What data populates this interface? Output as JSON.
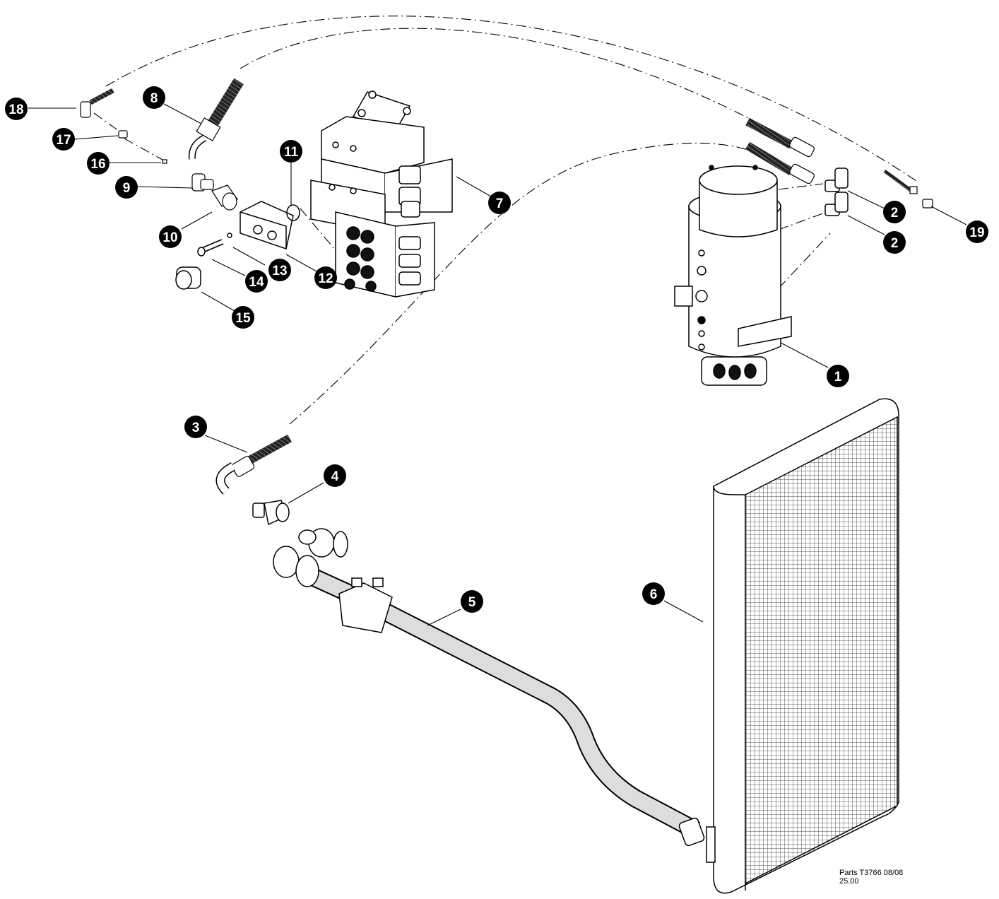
{
  "callouts": [
    {
      "id": "c1",
      "label": "1"
    },
    {
      "id": "c2a",
      "label": "2"
    },
    {
      "id": "c2b",
      "label": "2"
    },
    {
      "id": "c3",
      "label": "3"
    },
    {
      "id": "c4",
      "label": "4"
    },
    {
      "id": "c5",
      "label": "5"
    },
    {
      "id": "c6",
      "label": "6"
    },
    {
      "id": "c7",
      "label": "7"
    },
    {
      "id": "c8",
      "label": "8"
    },
    {
      "id": "c9",
      "label": "9"
    },
    {
      "id": "c10",
      "label": "10"
    },
    {
      "id": "c11",
      "label": "11"
    },
    {
      "id": "c12",
      "label": "12"
    },
    {
      "id": "c13",
      "label": "13"
    },
    {
      "id": "c14",
      "label": "14"
    },
    {
      "id": "c15",
      "label": "15"
    },
    {
      "id": "c16",
      "label": "16"
    },
    {
      "id": "c17",
      "label": "17"
    },
    {
      "id": "c18",
      "label": "18"
    },
    {
      "id": "c19",
      "label": "19"
    }
  ],
  "footer": {
    "line1": "Parts T3766 08/08",
    "line2": "25.00"
  }
}
